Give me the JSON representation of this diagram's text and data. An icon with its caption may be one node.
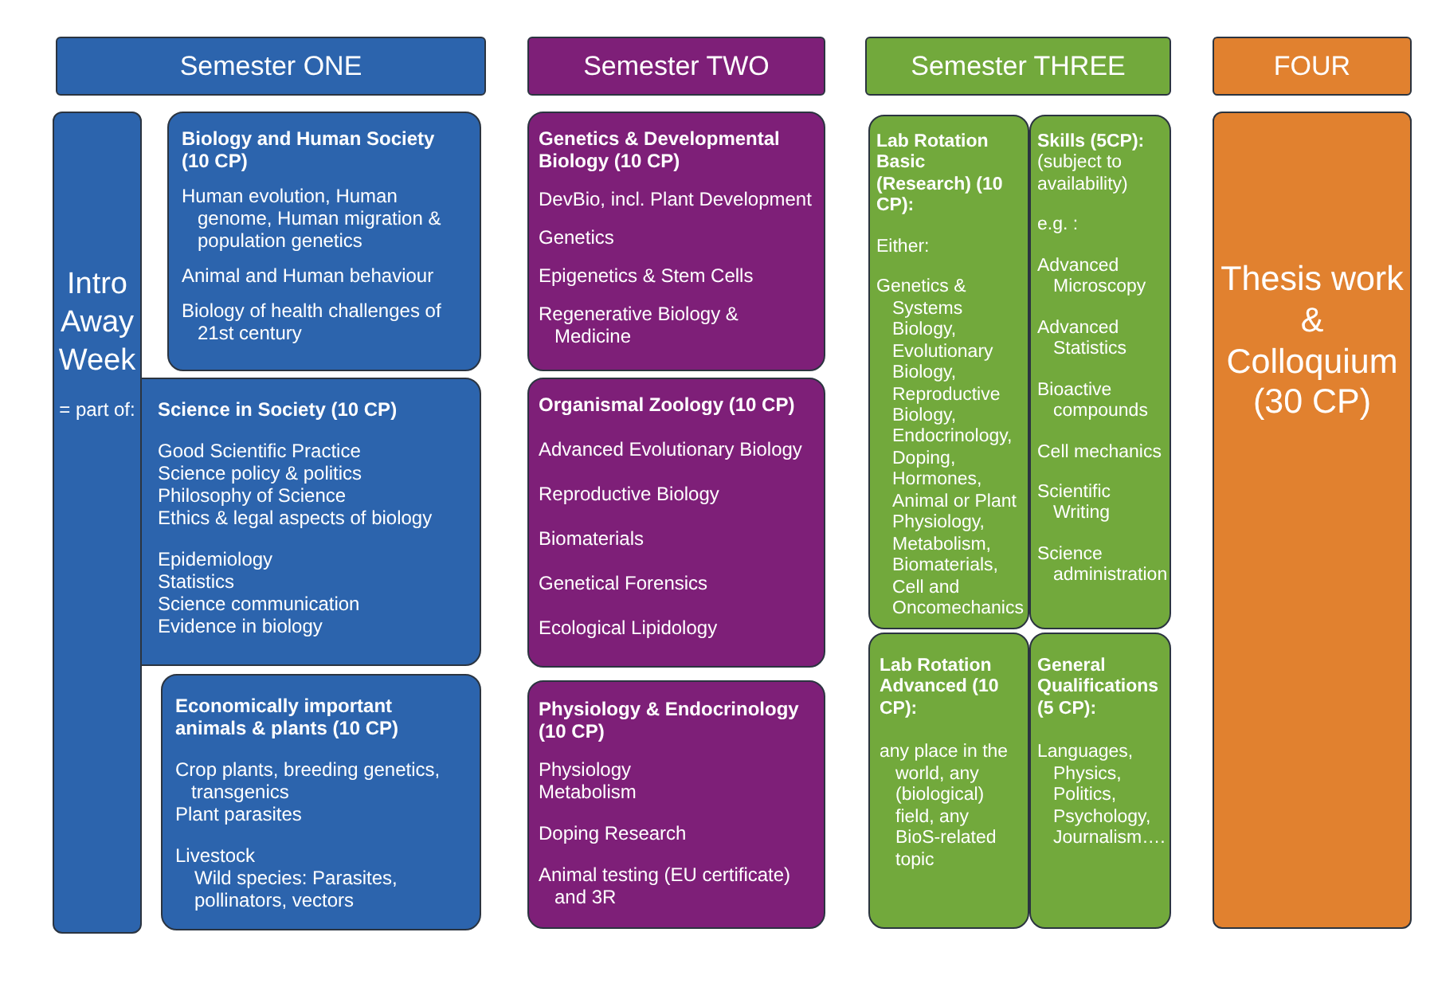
{
  "diagram": {
    "nodes": [
      {
        "text": [
          "Semester ONE"
        ]
      },
      {
        "text": [
          "Semester TWO"
        ]
      },
      {
        "text": [
          "Semester THREE"
        ]
      },
      {
        "text": [
          "FOUR"
        ]
      },
      {
        "text": [
          "Intro Away Week",
          "= part of:"
        ]
      },
      {
        "text": [
          "Biology and Human Society (10 CP)",
          "Human evolution, Human genome, Human migration & population genetics",
          "Animal and Human behaviour",
          "Biology of health challenges of 21st century"
        ]
      },
      {
        "text": [
          "Science in Society (10 CP)",
          "Good Scientific Practice",
          "Science policy & politics",
          "Philosophy of Science",
          "Ethics & legal aspects of biology",
          "Epidemiology",
          "Statistics",
          "Science communication",
          "Evidence in biology"
        ]
      },
      {
        "text": [
          "Economically important animals & plants (10 CP)",
          "Crop plants, breeding genetics, transgenics",
          "Plant parasites",
          "Livestock",
          "Wild species: Parasites, pollinators, vectors"
        ]
      },
      {
        "text": [
          "Genetics & Developmental Biology (10 CP)",
          "DevBio, incl. Plant Development",
          "Genetics",
          "Epigenetics & Stem Cells",
          "Regenerative Biology & Medicine"
        ]
      },
      {
        "text": [
          "Organismal Zoology (10 CP)",
          "Advanced Evolutionary Biology",
          "Reproductive Biology",
          "Biomaterials",
          "Genetical Forensics",
          "Ecological Lipidology"
        ]
      },
      {
        "text": [
          "Physiology & Endocrinology (10 CP)",
          "Physiology",
          "Metabolism",
          "Doping Research",
          "Animal testing (EU certificate) and 3R"
        ]
      },
      {
        "text": [
          "Lab Rotation Basic (Research) (10 CP):",
          "Either:",
          "Genetics & Systems Biology, Evolutionary Biology, Reproductive Biology, Endocrinology, Doping, Hormones, Animal or Plant Physiology, Metabolism, Biomaterials, Cell and Oncomechanics"
        ]
      },
      {
        "text": [
          "Skills (5CP):",
          "(subject to availability)",
          "e.g. :",
          "Advanced Microscopy",
          "Advanced Statistics",
          "Bioactive compounds",
          "Cell mechanics",
          "Scientific Writing",
          "Science administration"
        ]
      },
      {
        "text": [
          "Lab Rotation Advanced (10 CP):",
          "any place in the world, any (biological) field, any BioS-related topic"
        ]
      },
      {
        "text": [
          "General Qualifications (5 CP):",
          "Languages, Physics, Politics, Psychology, Journalism…."
        ]
      },
      {
        "text": [
          "Thesis work & Colloquium (30 CP)"
        ]
      }
    ],
    "edges": []
  }
}
